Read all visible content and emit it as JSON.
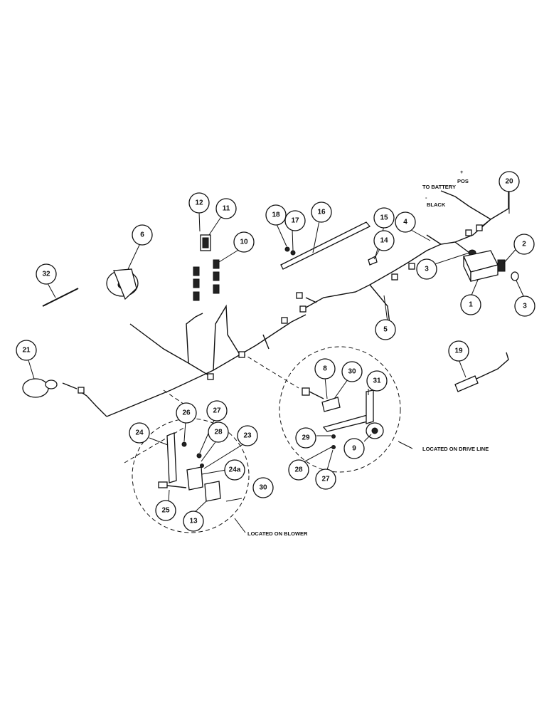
{
  "diagram": {
    "callouts": {
      "c1": "1",
      "c2": "2",
      "c3a": "3",
      "c3b": "3",
      "c4": "4",
      "c5": "5",
      "c6": "6",
      "c8": "8",
      "c9": "9",
      "c10": "10",
      "c11": "11",
      "c12": "12",
      "c13": "13",
      "c14": "14",
      "c15": "15",
      "c16": "16",
      "c17": "17",
      "c18": "18",
      "c19": "19",
      "c20": "20",
      "c21": "21",
      "c23": "23",
      "c24": "24",
      "c24a": "24a",
      "c25": "25",
      "c26": "26",
      "c27a": "27",
      "c27b": "27",
      "c28a": "28",
      "c28b": "28",
      "c29": "29",
      "c30a": "30",
      "c30b": "30",
      "c31": "31",
      "c32": "32"
    },
    "notes": {
      "to_battery": "TO BATTERY",
      "plus": "+",
      "pos": "POS",
      "minus": "-",
      "black": "BLACK",
      "located_drive_line": "LOCATED ON DRIVE LINE",
      "located_blower": "LOCATED ON BLOWER"
    }
  }
}
